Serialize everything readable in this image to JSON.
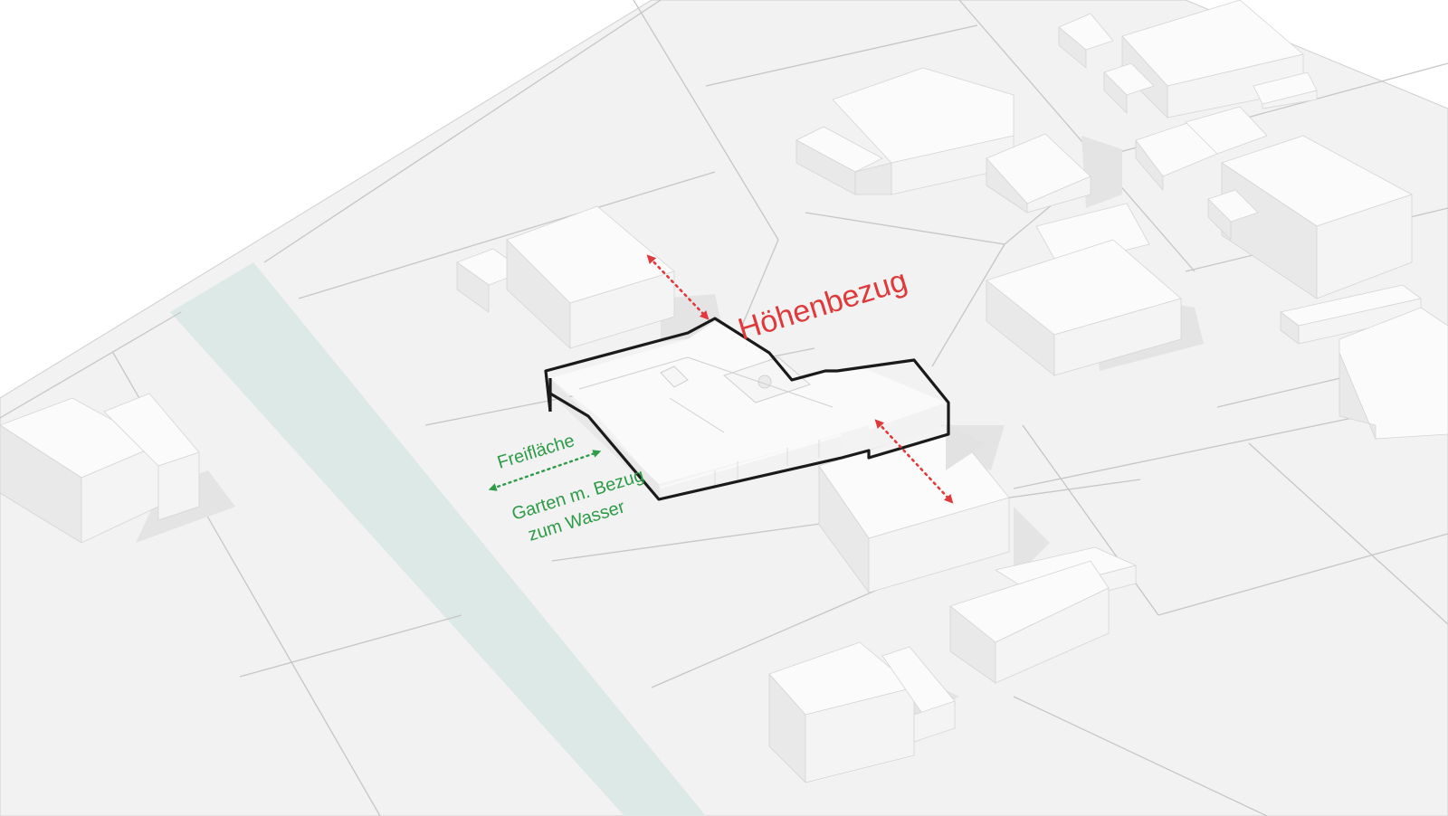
{
  "diagram": {
    "annotations": {
      "height_reference": "Höhenbezug",
      "open_space": "Freifläche",
      "garden_line1": "Garten m. Bezug",
      "garden_line2": "zum Wasser"
    },
    "colors": {
      "background": "#ffffff",
      "ground": "#f1f1f1",
      "parcel_lines": "#c9c9c9",
      "water": "#dde9e6",
      "building_top": "#fbfbfb",
      "building_left": "#e9e9e9",
      "building_right": "#f4f4f4",
      "shadow": "#e2e2e2",
      "outline": "#1a1a1a",
      "accent_red": "#e0393b",
      "accent_green": "#2e9b47"
    },
    "icons": [
      "dotted-double-arrow-red",
      "dotted-double-arrow-green"
    ]
  }
}
